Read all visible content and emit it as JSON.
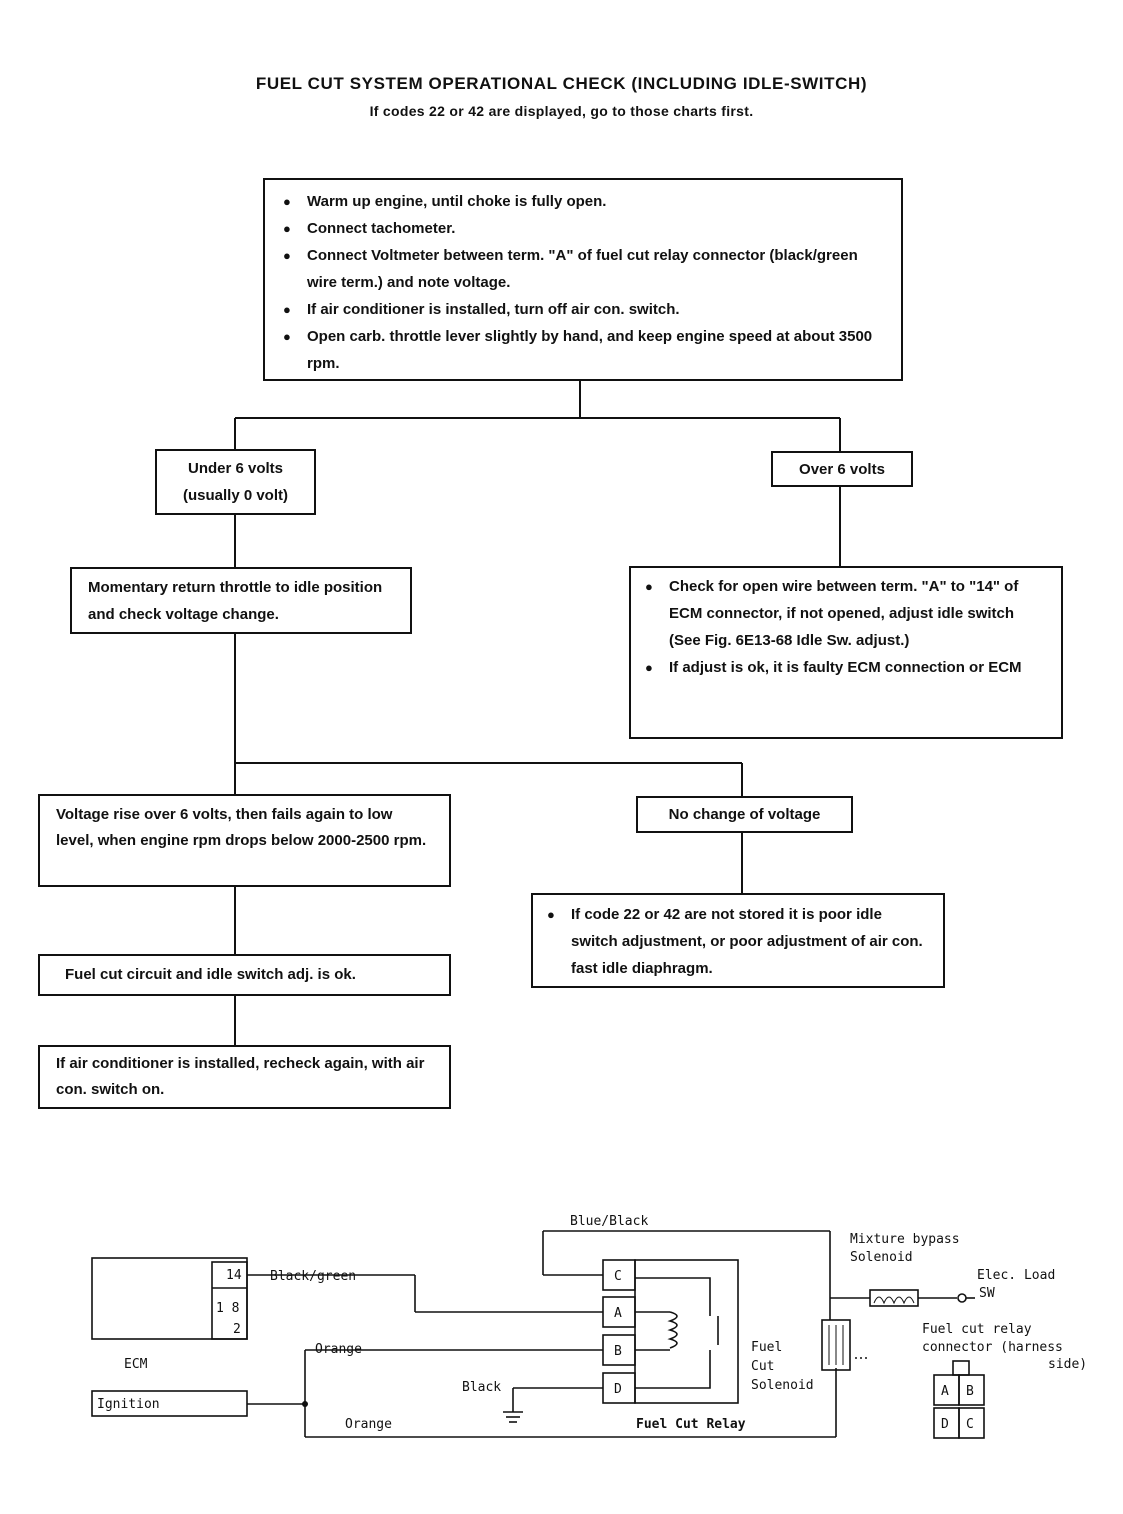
{
  "header": {
    "title": "FUEL CUT SYSTEM OPERATIONAL CHECK (INCLUDING IDLE-SWITCH)",
    "subtitle": "If codes 22 or 42 are displayed, go to those charts first."
  },
  "flowchart": {
    "start_steps": [
      "Warm up engine, until choke is fully open.",
      "Connect tachometer.",
      "Connect Voltmeter between term. \"A\" of fuel cut relay connector (black/green wire term.) and note voltage.",
      "If air conditioner is installed, turn off air con. switch.",
      "Open carb. throttle lever slightly by hand, and keep engine speed at about 3500 rpm."
    ],
    "under_6_volts": "Under 6 volts (usually 0 volt)",
    "over_6_volts": "Over 6 volts",
    "momentary_return": "Momentary return throttle to idle position and check voltage change.",
    "over_6_steps": [
      "Check for open wire between term. \"A\" to \"14\" of ECM connector, if not opened, adjust idle switch (See Fig. 6E13-68 Idle Sw. adjust.)",
      "If adjust is ok, it is faulty ECM connection or ECM"
    ],
    "voltage_rise": "Voltage rise over 6 volts, then fails again to low level, when engine rpm drops below 2000-2500 rpm.",
    "no_change": "No change of voltage",
    "fuel_cut_ok": "Fuel cut circuit and idle switch adj. is ok.",
    "no_change_steps": [
      "If code 22 or 42 are not stored it is poor idle switch adjustment, or poor adjustment of air con. fast idle diaphragm."
    ],
    "recheck": "If air conditioner is installed, recheck again, with air con. switch on."
  },
  "wiring": {
    "blue_black": "Blue/Black",
    "black_green": "Black/green",
    "orange_top": "Orange",
    "orange_bottom": "Orange",
    "black": "Black",
    "ecm": "ECM",
    "ecm_pin_14": "14",
    "ecm_pin_18": "1 8",
    "ecm_pin_2": "2",
    "ignition": "Ignition",
    "relay_label": "Fuel Cut Relay",
    "relay_terms": [
      "C",
      "A",
      "B",
      "D"
    ],
    "mixture_bypass_1": "Mixture bypass",
    "mixture_bypass_2": "Solenoid",
    "elec_load_1": "Elec. Load",
    "elec_load_2": "SW",
    "fuel_cut_sol_1": "Fuel",
    "fuel_cut_sol_2": "Cut",
    "fuel_cut_sol_3": "Solenoid",
    "connector_1": "Fuel cut relay",
    "connector_2": "connector (harness",
    "connector_3": "side)",
    "connector_terms": [
      "A",
      "B",
      "D",
      "C"
    ]
  }
}
